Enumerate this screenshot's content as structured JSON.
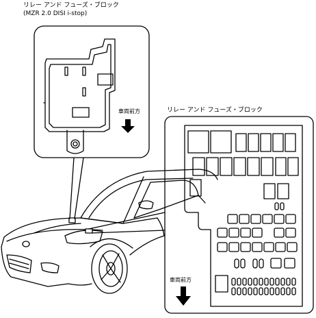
{
  "labels": {
    "inset_title_line1": "リレー アンド フューズ・ブロック",
    "inset_title_line2": "(MZR 2.0 DISI i-stop)",
    "detail_title": "リレー アンド フューズ・ブロック",
    "front_direction_inset": "車両前方",
    "front_direction_detail": "車両前方"
  },
  "icons": {
    "direction_arrow": "down-arrow-icon"
  },
  "colors": {
    "line": "#000000",
    "background": "#ffffff"
  }
}
